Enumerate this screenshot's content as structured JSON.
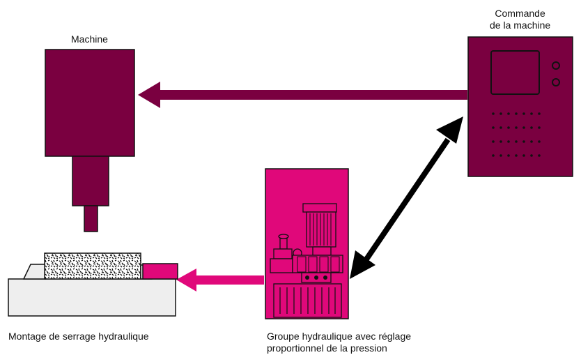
{
  "labels": {
    "machine": "Machine",
    "control_line1": "Commande",
    "control_line2": "de la machine",
    "fixture": "Montage de serrage hydraulique",
    "hydraulic_line1": "Groupe hydraulique avec réglage",
    "hydraulic_line2": "proportionnel de la pression"
  },
  "colors": {
    "maroon": "#7a0040",
    "magenta": "#e0087a",
    "black": "#000000",
    "fixture_body": "#eeeeee"
  },
  "icons": {
    "machine": "machine-spindle-icon",
    "control": "control-cabinet-icon",
    "hydraulic": "hydraulic-unit-icon",
    "fixture": "clamping-fixture-icon"
  }
}
